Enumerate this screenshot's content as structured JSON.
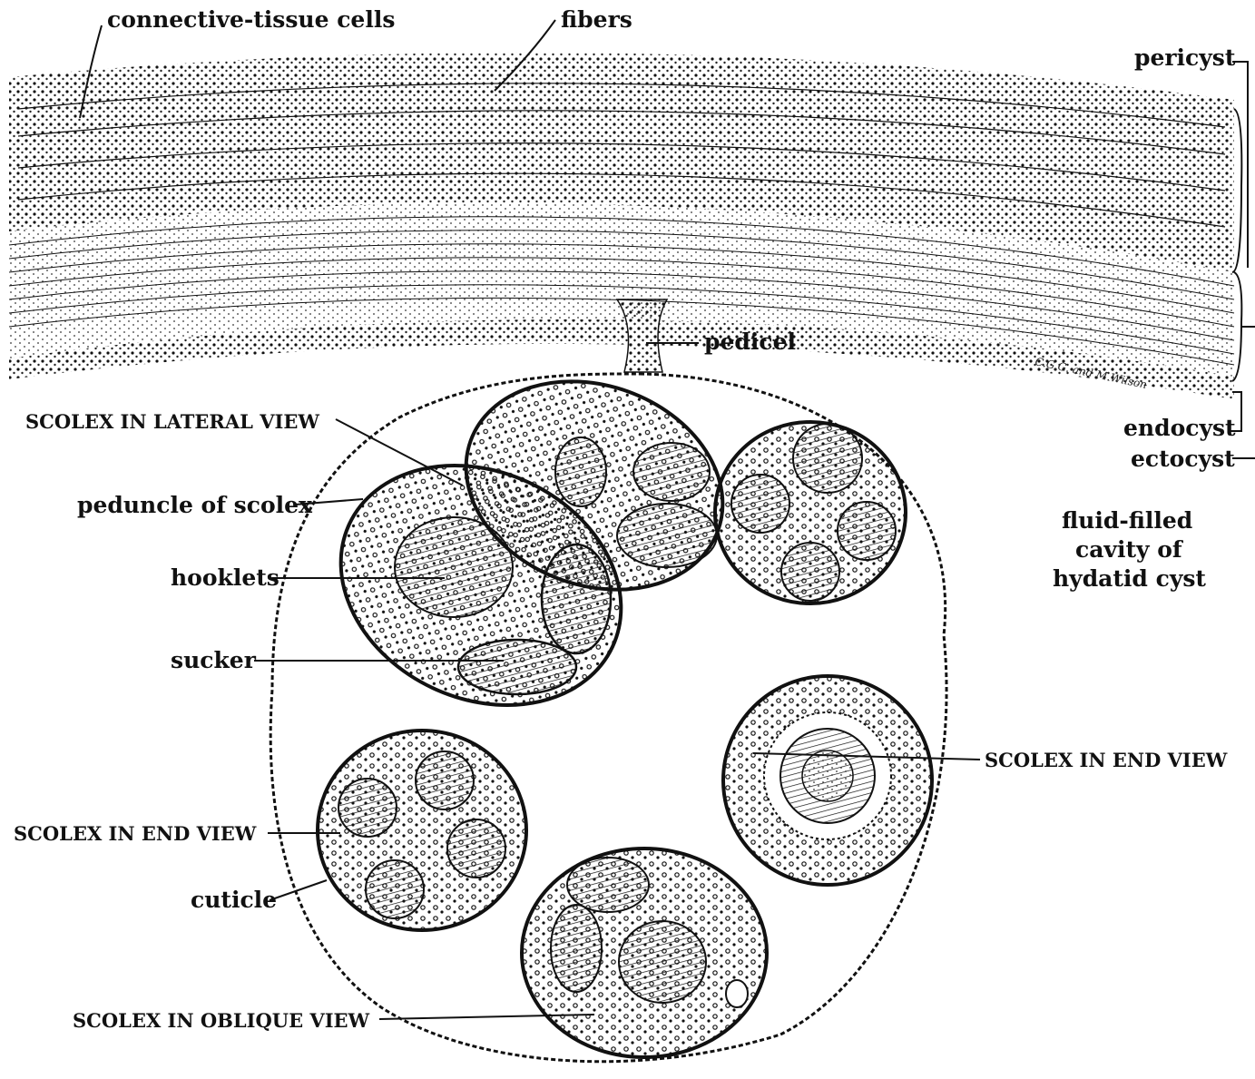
{
  "labels": {
    "connective_tissue_cells": "connective-tissue cells",
    "fibers": "fibers",
    "pericyst": "pericyst",
    "pedicel": "pedicel",
    "endocyst": "endocyst",
    "ectocyst": "ectocyst",
    "fluid_filled_1": "fluid-filled",
    "fluid_filled_2": "cavity of",
    "fluid_filled_3": "hydatid cyst",
    "scolex_lateral": "SCOLEX IN LATERAL VIEW",
    "peduncle": "peduncle of scolex",
    "hooklets": "hooklets",
    "sucker": "sucker",
    "scolex_end_right": "SCOLEX IN END VIEW",
    "scolex_end_left": "SCOLEX IN END VIEW",
    "cuticle": "cuticle",
    "scolex_oblique": "SCOLEX IN OBLIQUE VIEW",
    "signature": "C.G.G. and M.Wilson"
  }
}
